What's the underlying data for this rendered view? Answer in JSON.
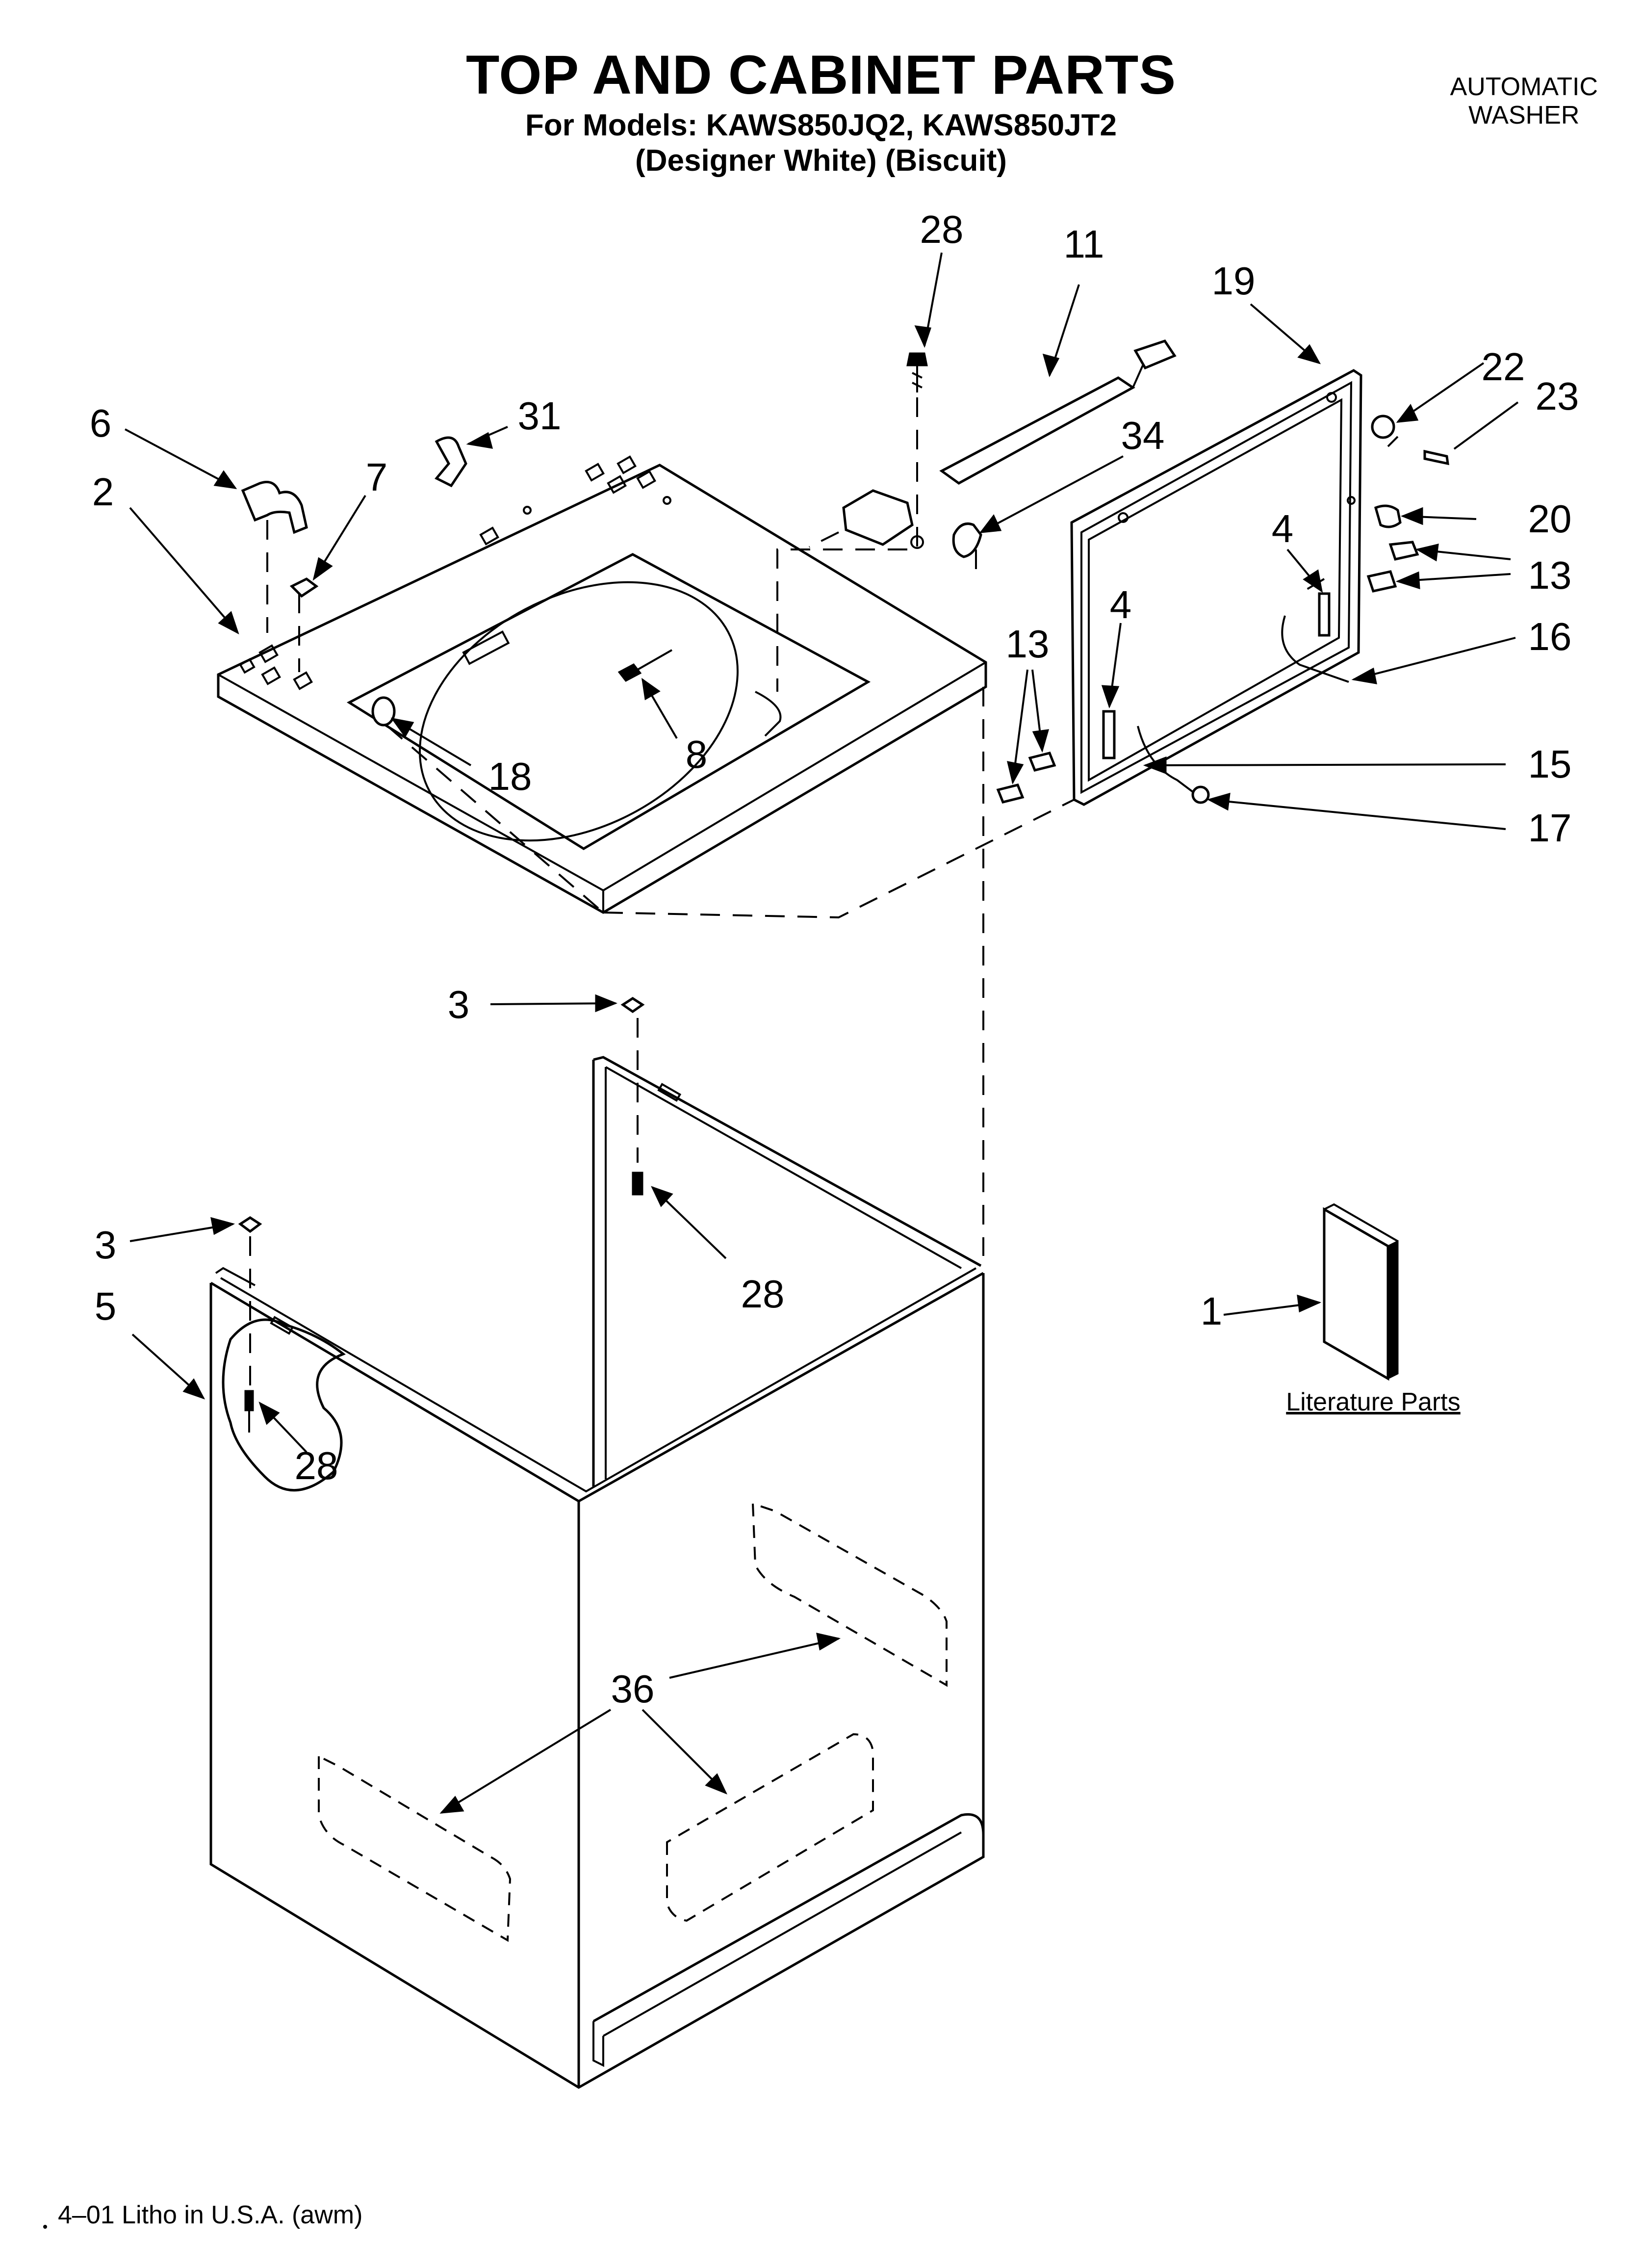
{
  "header": {
    "title": "TOP AND CABINET PARTS",
    "models_line": "For Models: KAWS850JQ2, KAWS850JT2",
    "colors_line": "(Designer White)  (Biscuit)",
    "category_line1": "AUTOMATIC",
    "category_line2": "WASHER"
  },
  "callouts": {
    "c28_top": "28",
    "c11": "11",
    "c19": "19",
    "c22": "22",
    "c23": "23",
    "c34": "34",
    "c20": "20",
    "c4_right": "4",
    "c13_right": "13",
    "c16": "16",
    "c13_left": "13",
    "c4_left": "4",
    "c15": "15",
    "c17": "17",
    "c6": "6",
    "c31": "31",
    "c7": "7",
    "c2": "2",
    "c8": "8",
    "c18": "18",
    "c3_upper": "3",
    "c3_lower": "3",
    "c28_mid": "28",
    "c5": "5",
    "c28_low": "28",
    "c1": "1",
    "c36": "36"
  },
  "literature_label": "Literature Parts",
  "footer": "4–01 Litho in U.S.A. (awm)"
}
